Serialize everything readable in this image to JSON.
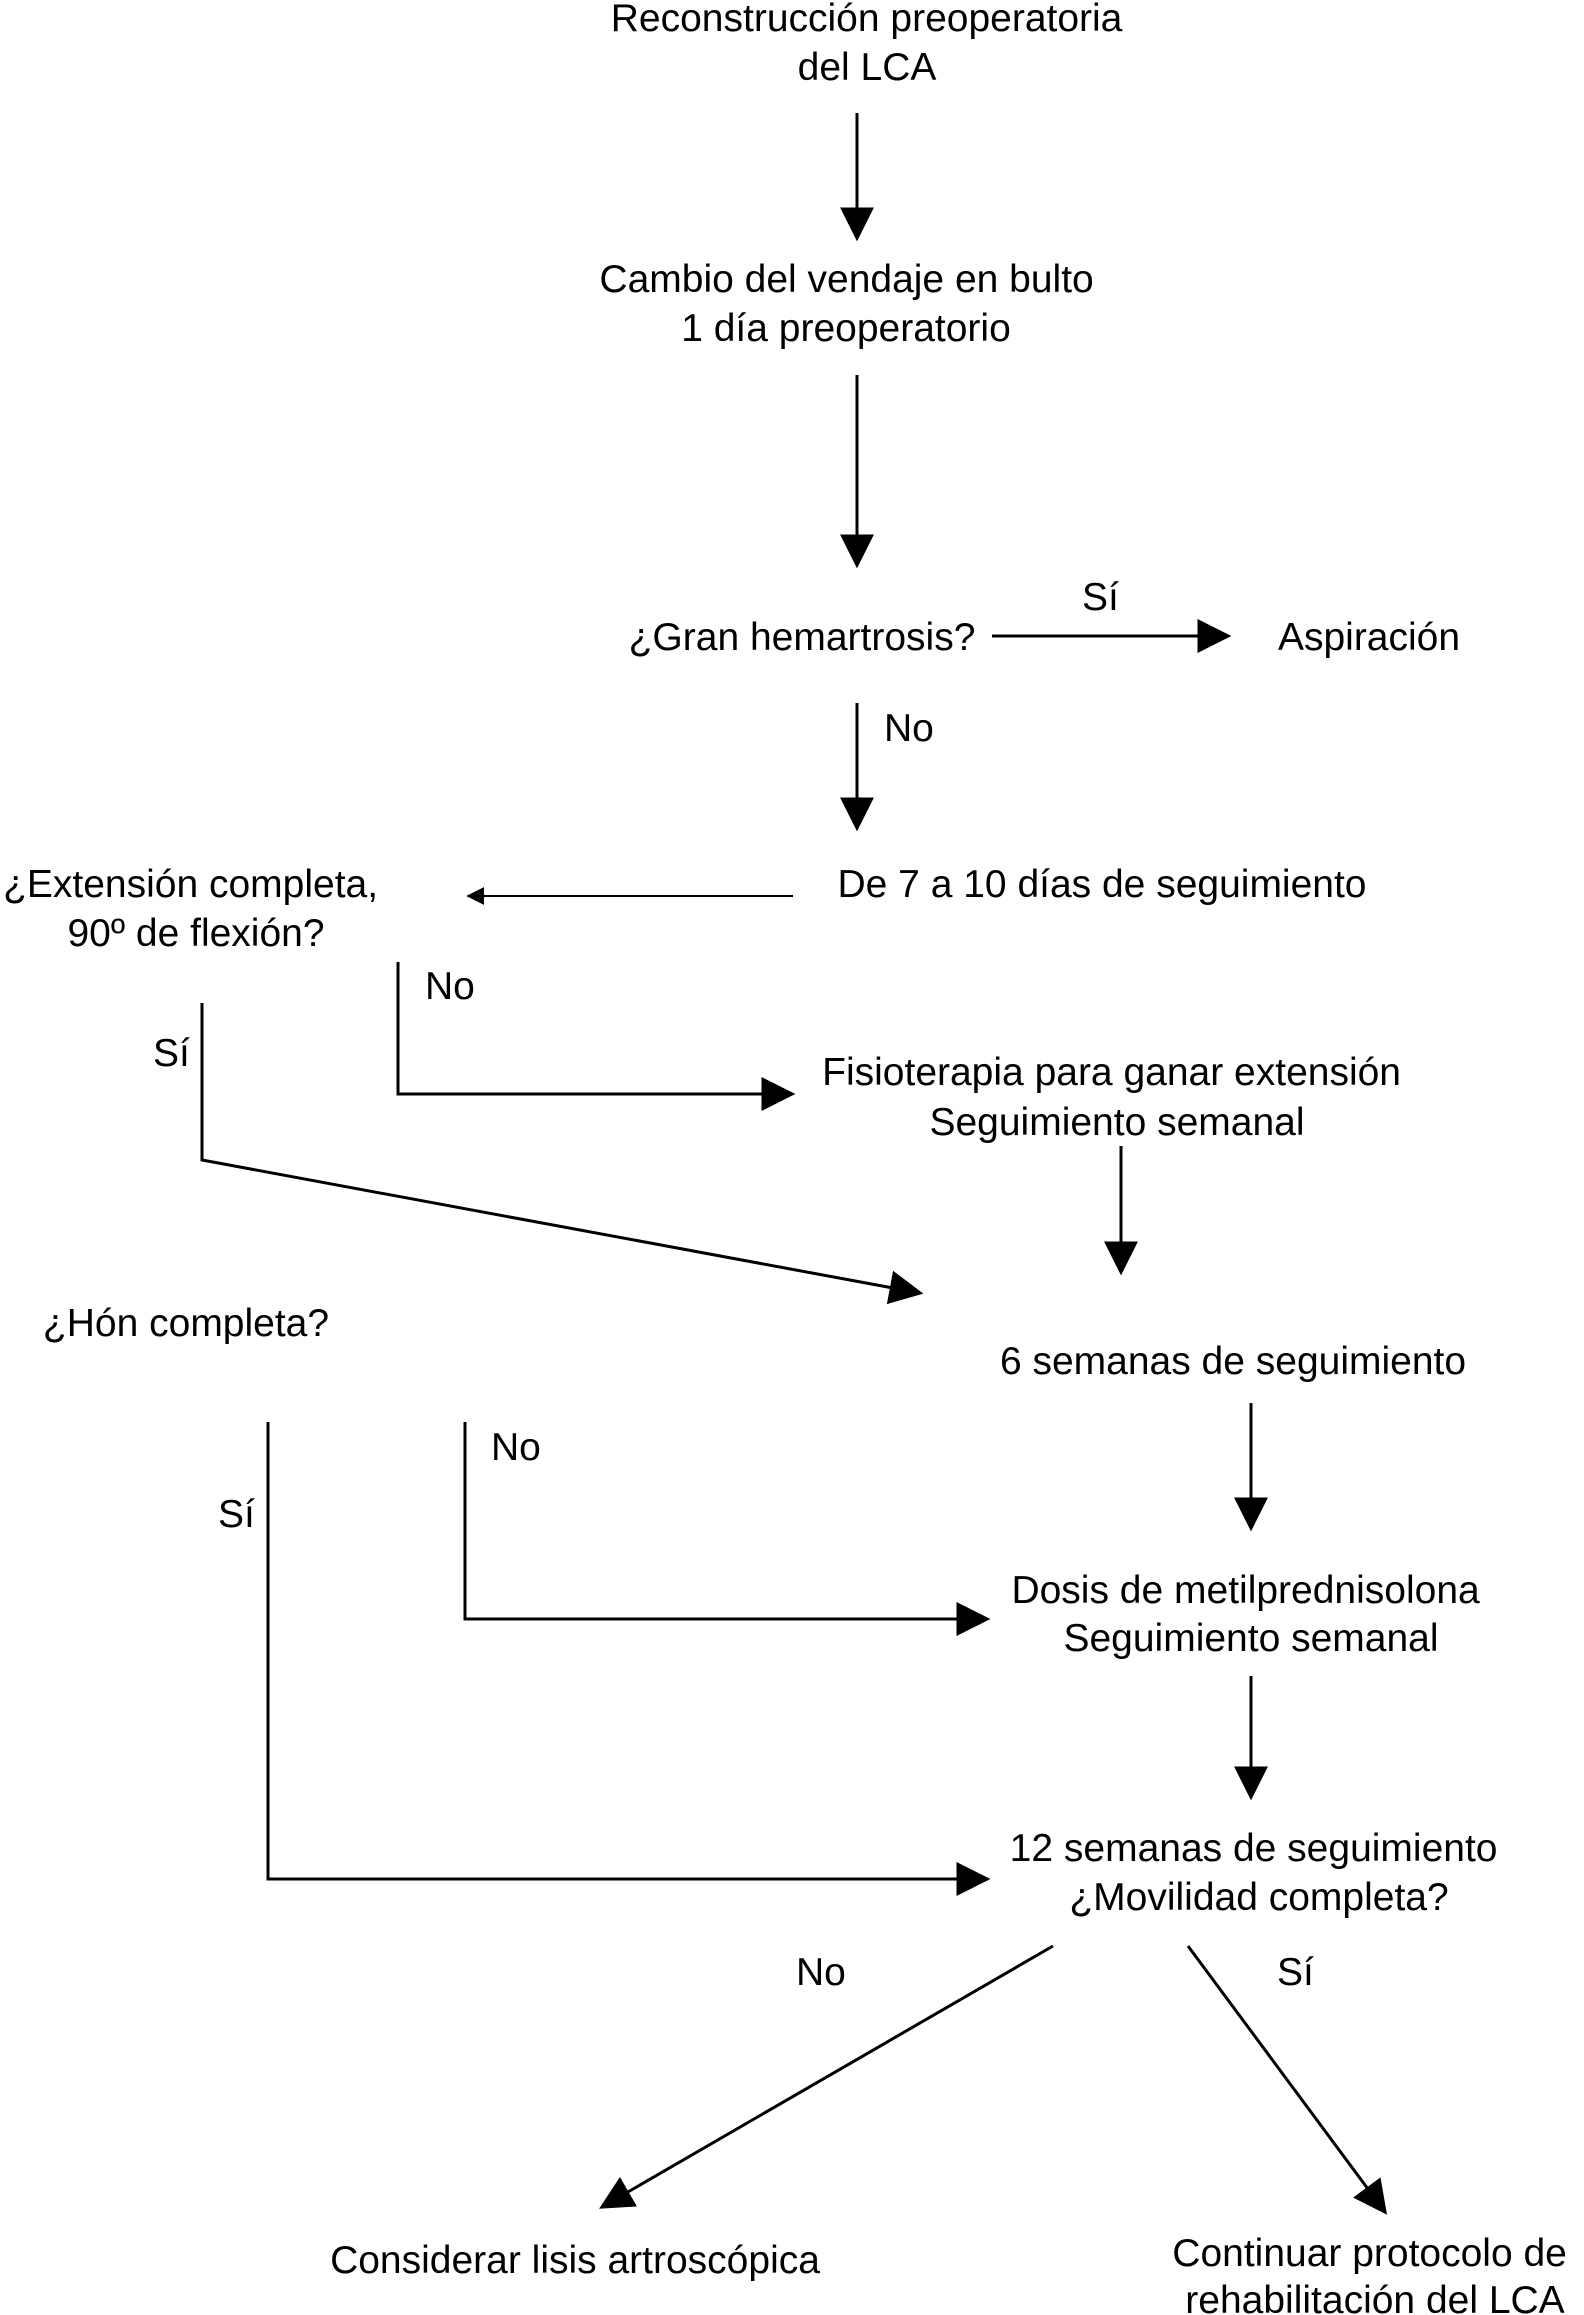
{
  "flowchart": {
    "nodes": {
      "reconstruccion": [
        "Reconstrucción preoperatoria",
        "del LCA"
      ],
      "cambio_vendaje": [
        "Cambio del vendaje en bulto",
        "1 día preoperatorio"
      ],
      "gran_hemartrosis": [
        "¿Gran hemartrosis?"
      ],
      "aspiracion": [
        "Aspiración"
      ],
      "seguimiento_7_10": [
        "De 7 a 10 días de seguimiento"
      ],
      "extension_completa": [
        "¿Extensión completa,",
        "90º de flexión?"
      ],
      "fisioterapia": [
        "Fisioterapia para ganar extensión",
        "Seguimiento semanal"
      ],
      "hon_completa": [
        "¿Hón completa?"
      ],
      "seis_semanas": [
        "6 semanas de seguimiento"
      ],
      "metilprednisolona": [
        "Dosis de metilprednisolona",
        "Seguimiento semanal"
      ],
      "doce_semanas": [
        "12 semanas de seguimiento",
        "¿Movilidad completa?"
      ],
      "lisis": [
        "Considerar lisis artroscópica"
      ],
      "continuar": [
        "Continuar protocolo de",
        "rehabilitación del LCA"
      ]
    },
    "branch_labels": {
      "hemartrosis_si": "Sí",
      "hemartrosis_no": "No",
      "extension_no": "No",
      "extension_si": "Sí",
      "hon_no": "No",
      "hon_si": "Sí",
      "movilidad_no": "No",
      "movilidad_si": "Sí"
    }
  }
}
